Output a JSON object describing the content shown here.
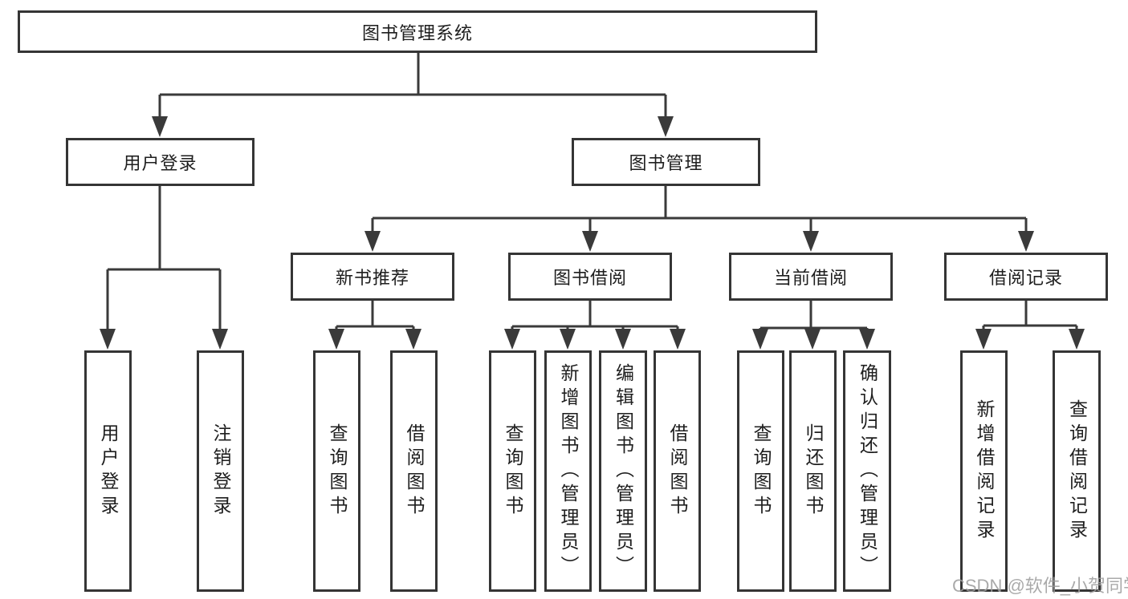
{
  "diagram": {
    "root": {
      "label": "图书管理系统"
    },
    "branches": [
      {
        "label": "用户登录",
        "leaves": [
          {
            "label": "用户登录"
          },
          {
            "label": "注销登录"
          }
        ]
      },
      {
        "label": "图书管理",
        "groups": [
          {
            "label": "新书推荐",
            "leaves": [
              {
                "label": "查询图书"
              },
              {
                "label": "借阅图书"
              }
            ]
          },
          {
            "label": "图书借阅",
            "leaves": [
              {
                "label": "查询图书"
              },
              {
                "label": "新增图书（管理员）"
              },
              {
                "label": "编辑图书（管理员）"
              },
              {
                "label": "借阅图书"
              }
            ]
          },
          {
            "label": "当前借阅",
            "leaves": [
              {
                "label": "查询图书"
              },
              {
                "label": "归还图书"
              },
              {
                "label": "确认归还（管理员）"
              }
            ]
          },
          {
            "label": "借阅记录",
            "leaves": [
              {
                "label": "新增借阅记录"
              },
              {
                "label": "查询借阅记录"
              }
            ]
          }
        ]
      }
    ],
    "watermark": "CSDN @软件_小贺同学",
    "line_color": "#3a3a3a"
  }
}
